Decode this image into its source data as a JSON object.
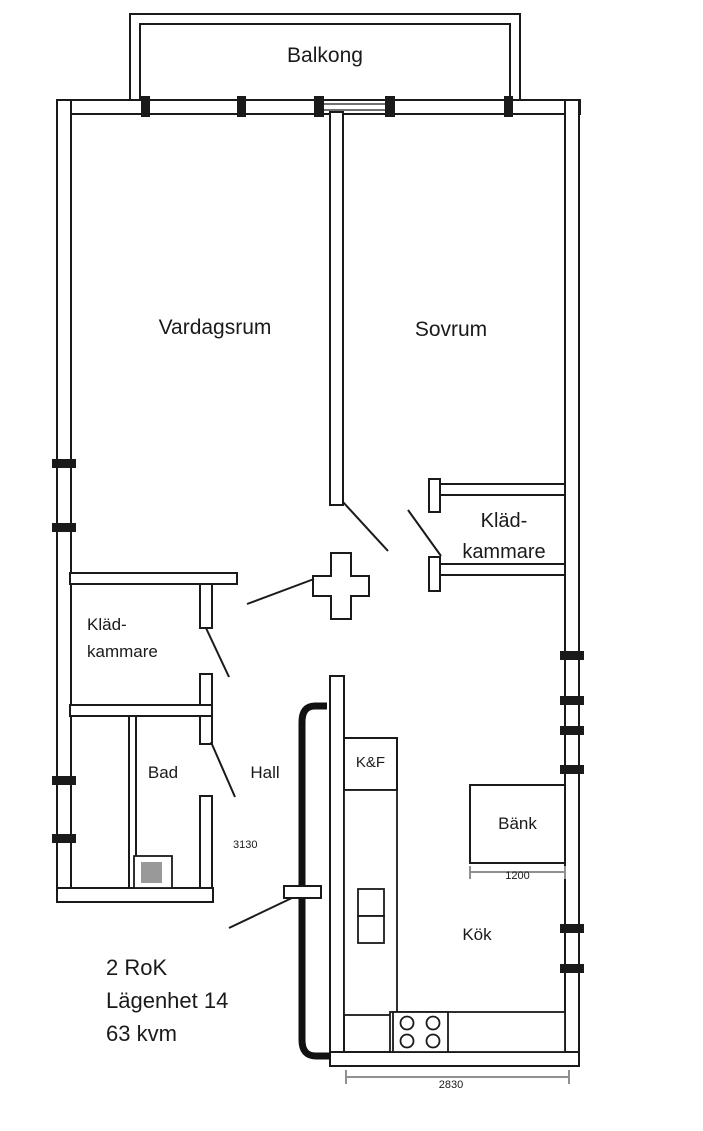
{
  "plan": {
    "rooms": {
      "balcony": "Balkong",
      "living_room": "Vardagsrum",
      "bedroom": "Sovrum",
      "closet_right_line1": "Kläd-",
      "closet_right_line2": "kammare",
      "closet_left_line1": "Kläd-",
      "closet_left_line2": "kammare",
      "bathroom": "Bad",
      "hall": "Hall",
      "fridge_freezer": "K&F",
      "bench": "Bänk",
      "kitchen": "Kök"
    },
    "dimensions": {
      "hall": "3130",
      "bench": "1200",
      "kitchen": "2830"
    },
    "info": {
      "type": "2 RoK",
      "apartment": "Lägenhet 14",
      "area": "63 kvm"
    },
    "colors": {
      "wall": "#1a1a1a",
      "background": "#ffffff",
      "dimension_bracket": "#909090"
    }
  }
}
